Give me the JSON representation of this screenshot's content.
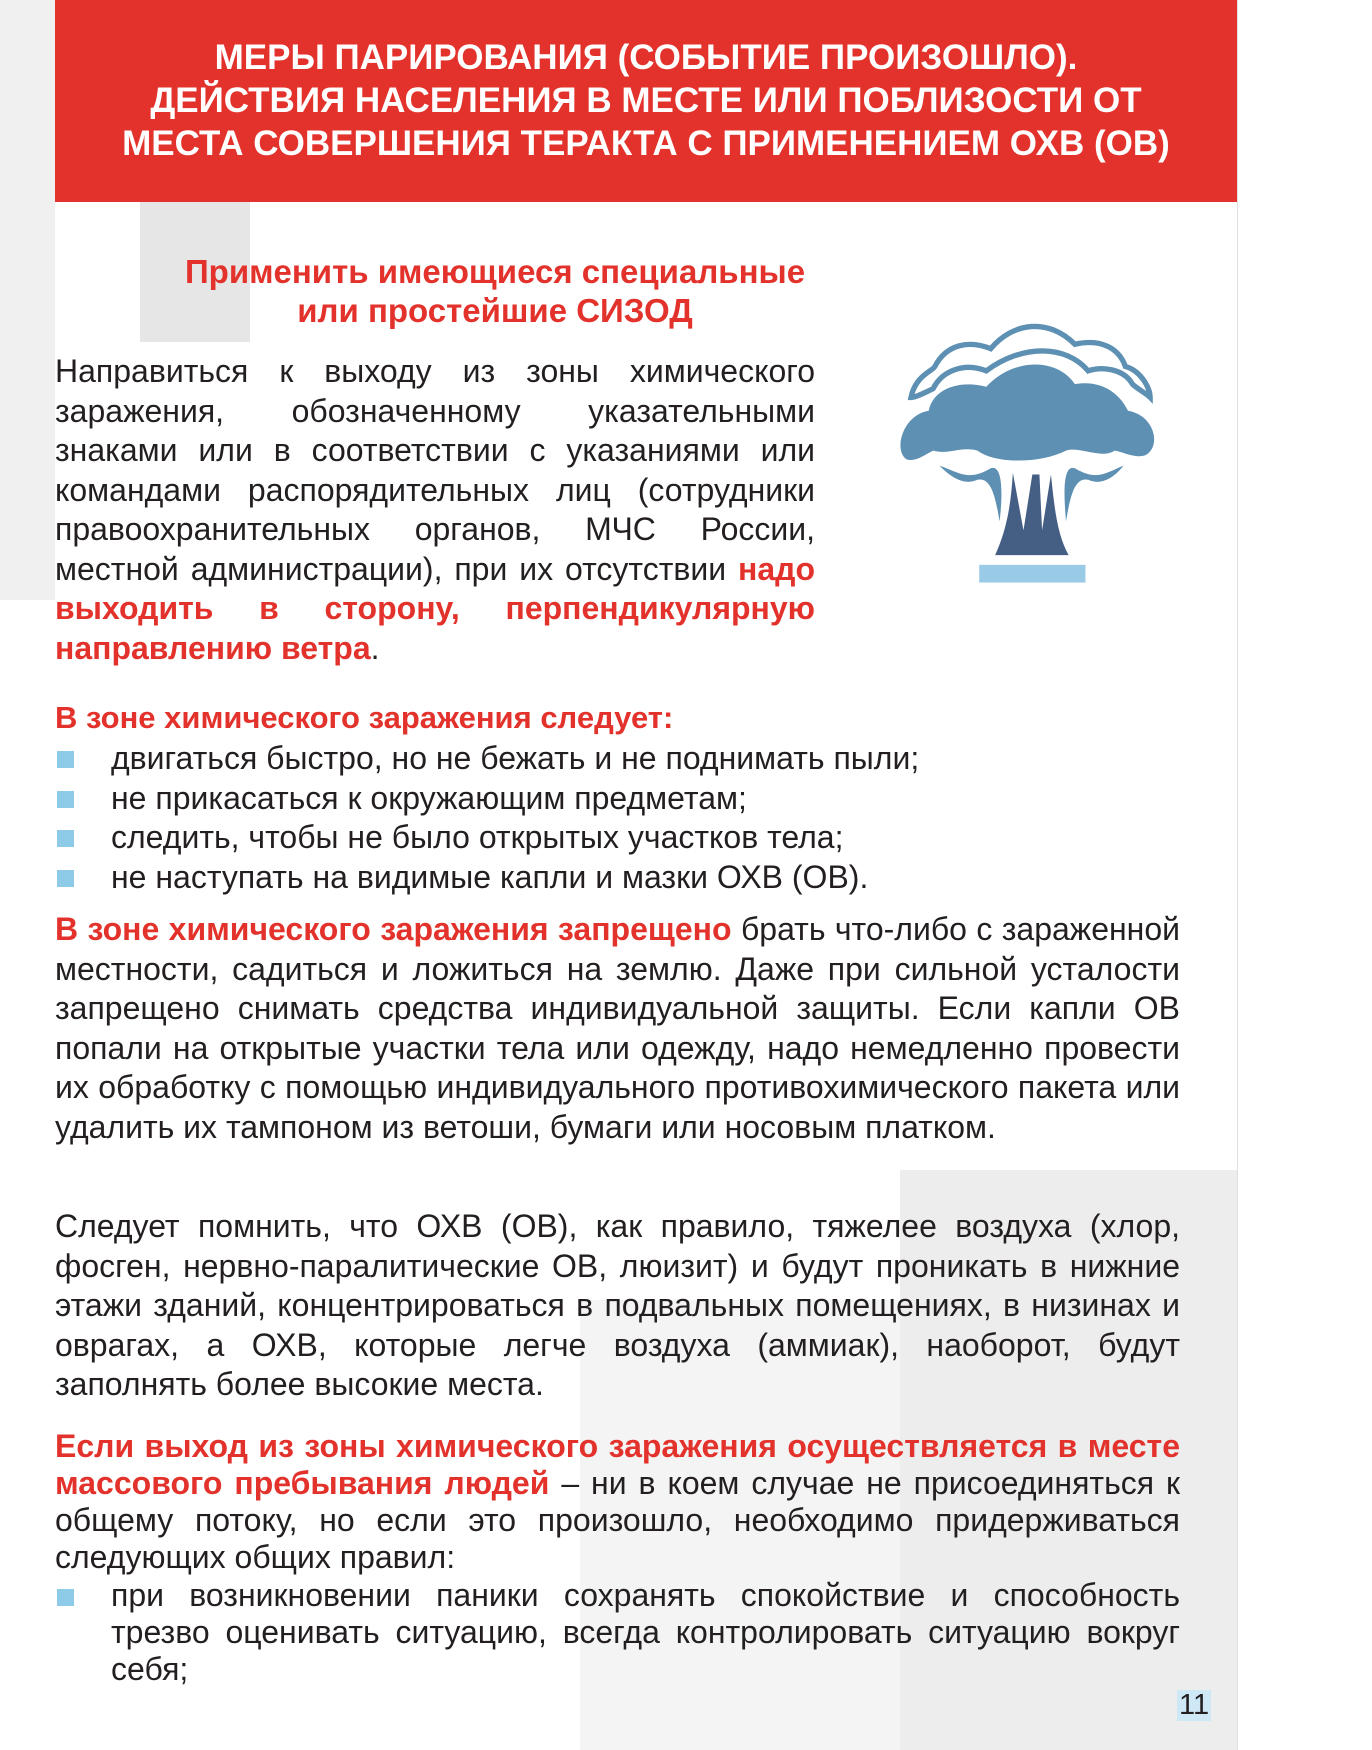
{
  "header": {
    "title_lines": [
      "МЕРЫ ПАРИРОВАНИЯ (СОБЫТИЕ ПРОИЗОШЛО).",
      "ДЕЙСТВИЯ НАСЕЛЕНИЯ В МЕСТЕ ИЛИ ПОБЛИЗОСТИ ОТ",
      "МЕСТА СОВЕРШЕНИЯ ТЕРАКТА С ПРИМЕНЕНИЕМ ОХВ (ОВ)"
    ]
  },
  "subtitle": {
    "lines": [
      "Применить имеющиеся специальные",
      "или простейшие СИЗОД"
    ]
  },
  "para1": {
    "text": "Направиться к выходу из зоны химического заражения, обозначенному указательными знаками или в соответствии с указаниями или командами распорядительных лиц (сотрудники правоохранительных органов, МЧС России, местной администрации), при их отсутствии ",
    "highlight": "надо выходить в сторону, перпендикулярную направлению ветра",
    "end": "."
  },
  "section1": {
    "heading": "В зоне химического заражения следует:",
    "items": [
      "двигаться быстро, но не бежать и не поднимать пыли;",
      "не прикасаться к окружающим предметам;",
      "следить, чтобы не было открытых участков тела;",
      "не наступать на видимые капли и мазки ОХВ (ОВ)."
    ]
  },
  "para2": {
    "highlight": "В зоне химического заражения запрещено",
    "text": " брать что-либо с зараженной местности, садиться и ложиться на землю. Даже при сильной усталости запрещено снимать средства индивидуальной защиты. Если капли ОВ попали на открытые участки тела или одежду, надо немедленно провести их обработку с помощью индивидуального противохимического пакета или удалить их тампоном из ветоши, бумаги или носовым платком."
  },
  "para3": {
    "text": "Следует помнить, что ОХВ (ОВ), как правило, тяжелее воздуха (хлор, фосген, нервно-паралитические ОВ, люизит) и будут проникать в нижние этажи зданий, концентрироваться в подвальных помещениях, в низинах и оврагах, а ОХВ, которые легче воздуха (аммиак), наоборот, будут заполнять более высокие места."
  },
  "para4": {
    "highlight": "Если выход из зоны химического заражения осуществляется в месте массового пребывания людей",
    "text": " – ни в коем случае не присоединяться к общему потоку, но если это произошло, необходимо придерживаться следующих общих правил:",
    "items": [
      "при возникновении паники сохранять спокойствие и способность трезво оценивать ситуацию, всегда контролировать ситуацию вокруг себя;"
    ]
  },
  "page_number": "11",
  "colors": {
    "red": "#e3322b",
    "cloud": "#5d90b3",
    "stem": "#455f84",
    "base": "#9acbe6"
  }
}
